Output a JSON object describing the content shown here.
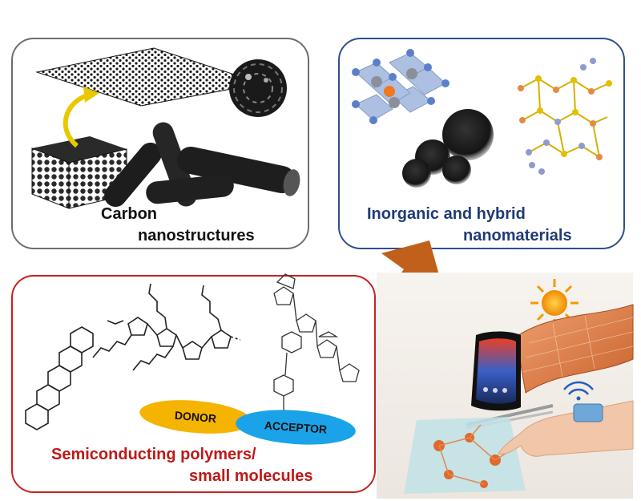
{
  "carbon": {
    "line1": "Carbon",
    "line2": "nanostructures"
  },
  "inorganic": {
    "line1": "Inorganic and hybrid",
    "line2": "nanomaterials"
  },
  "semiconducting": {
    "line1": "Semiconducting polymers/",
    "line2": "small molecules"
  },
  "donor_label": "DONOR",
  "acceptor_label": "ACCEPTOR",
  "colors": {
    "carbon_border": "#6e6e6e",
    "inorganic_border": "#2f4f8f",
    "semi_border": "#cc1f1f",
    "arrow": "#c0601a",
    "donor": "#f5b400",
    "acceptor": "#1aa3e8",
    "semi_text": "#c01818",
    "inorganic_text": "#1f3b73"
  },
  "icons": [
    "graphene-sheet-icon",
    "fullerene-icon",
    "graphite-stack-icon",
    "curved-arrow-icon",
    "nanotube-icon",
    "perovskite-lattice-icon",
    "nanoparticle-icon",
    "framework-structure-icon",
    "big-arrow-icon",
    "pentacene-molecule-icon",
    "polythiophene-molecule-icon",
    "pedot-pss-molecule-icon",
    "sun-icon",
    "flexible-solar-panel-icon",
    "flexible-phone-icon",
    "skin-patch-sensor-icon",
    "neural-implant-icon",
    "tweezers-icon",
    "hand-icon"
  ]
}
